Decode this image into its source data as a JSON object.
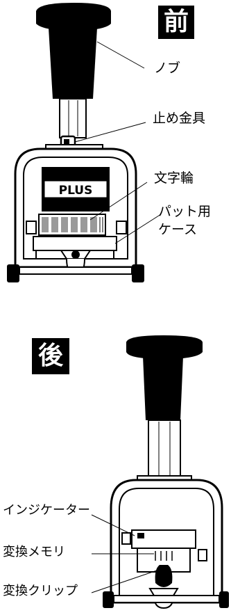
{
  "sections": {
    "before": {
      "badge": "前",
      "labels": {
        "knob": "ノブ",
        "stopper": "止め金具",
        "wheels": "文字輪",
        "pad_case_line1": "パット用",
        "pad_case_line2": "ケース"
      },
      "brand": "PLUS"
    },
    "after": {
      "badge": "後",
      "labels": {
        "indicator": "インジケーター",
        "memory": "変換メモリ",
        "clip": "変換クリップ"
      }
    }
  },
  "colors": {
    "ink": "#000000",
    "paper": "#ffffff",
    "gray": "#9a9a9a"
  }
}
